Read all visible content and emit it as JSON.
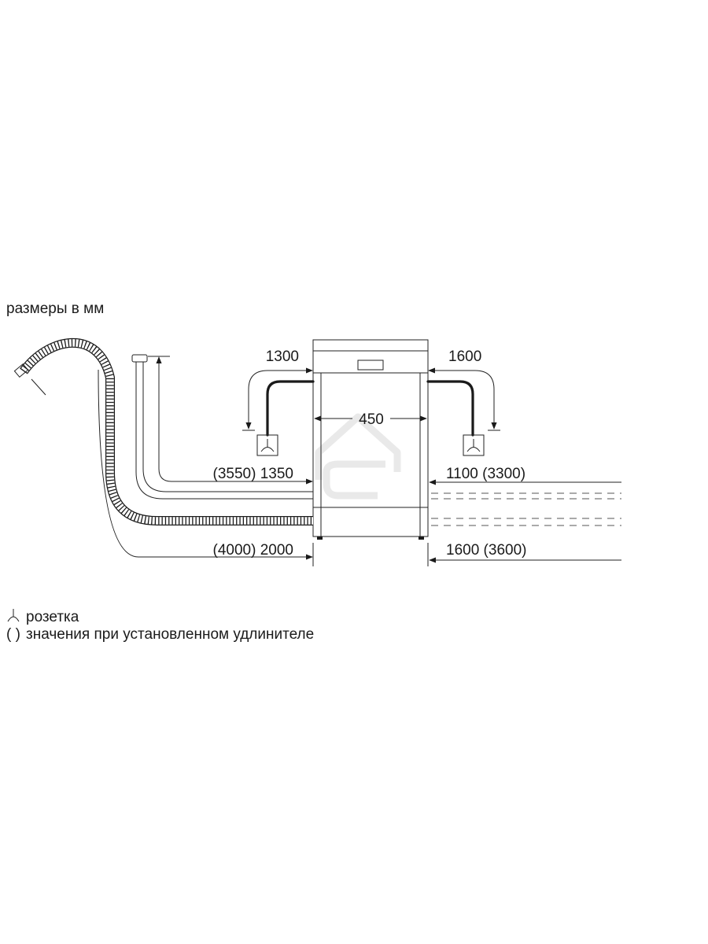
{
  "header": {
    "units_note": "размеры в мм"
  },
  "dimensions": {
    "left_cable": "1300",
    "right_cable": "1600",
    "width": "450",
    "inlet_hose": "(3550) 1350",
    "right_upper": "1100 (3300)",
    "drain_hose": "(4000) 2000",
    "right_lower": "1600 (3600)"
  },
  "legend": {
    "socket_symbol": "⏊",
    "socket_label": "розетка",
    "parens_symbol": "( )",
    "parens_label": "значения при установленном удлинителе"
  },
  "icons": {
    "socket": "socket-icon",
    "drain_hose": "corrugated-hose-icon",
    "watermark": "house-logo-icon"
  }
}
